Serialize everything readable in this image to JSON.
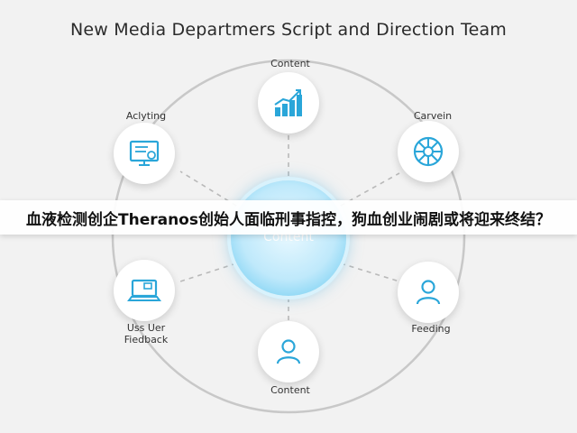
{
  "diagram": {
    "title": "New Media Departmers Script and Direction Team",
    "center_label": "Content",
    "nodes": [
      {
        "label": "Content",
        "icon": "bar-chart-icon"
      },
      {
        "label": "Carvein",
        "icon": "aperture-wheel-icon"
      },
      {
        "label": "Feeding",
        "icon": "user-icon"
      },
      {
        "label": "Content",
        "icon": "user-icon"
      },
      {
        "label": "Uss Uer\nFiedback",
        "icon": "laptop-icon"
      },
      {
        "label": "Aclyting",
        "icon": "monitor-certificate-icon"
      }
    ],
    "colors": {
      "accent": "#2aa6d9",
      "ring": "#c8c8c8",
      "background": "#f2f2f2"
    }
  },
  "overlay": {
    "caption": "血液检测创企Theranos创始人面临刑事指控，狗血创业闹剧或将迎来终结？"
  }
}
